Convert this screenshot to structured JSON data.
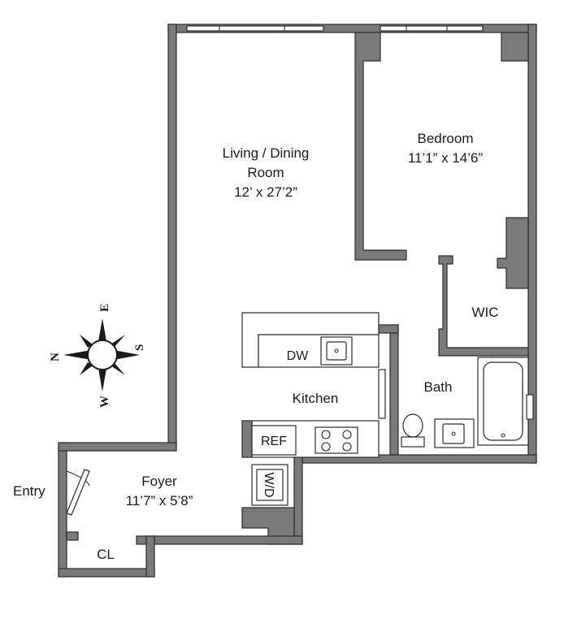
{
  "rooms": {
    "living": {
      "name_line1": "Living / Dining",
      "name_line2": "Room",
      "dims": "12’ x 27’2”"
    },
    "bedroom": {
      "name": "Bedroom",
      "dims": "11’1” x 14’6”"
    },
    "kitchen": {
      "name": "Kitchen"
    },
    "bath": {
      "name": "Bath"
    },
    "wic": {
      "name": "WIC"
    },
    "foyer": {
      "name": "Foyer",
      "dims": "11’7” x 5’8”"
    },
    "closet": {
      "name": "CL"
    },
    "entry": {
      "name": "Entry"
    }
  },
  "appliances": {
    "dishwasher": "DW",
    "refrigerator": "REF",
    "washer_dryer": "W/D"
  },
  "compass": {
    "north": "N",
    "east": "E",
    "south": "S",
    "west": "W"
  },
  "colors": {
    "wall": "#7a7a7a",
    "outline": "#2b2b2b",
    "floor": "#ffffff"
  }
}
